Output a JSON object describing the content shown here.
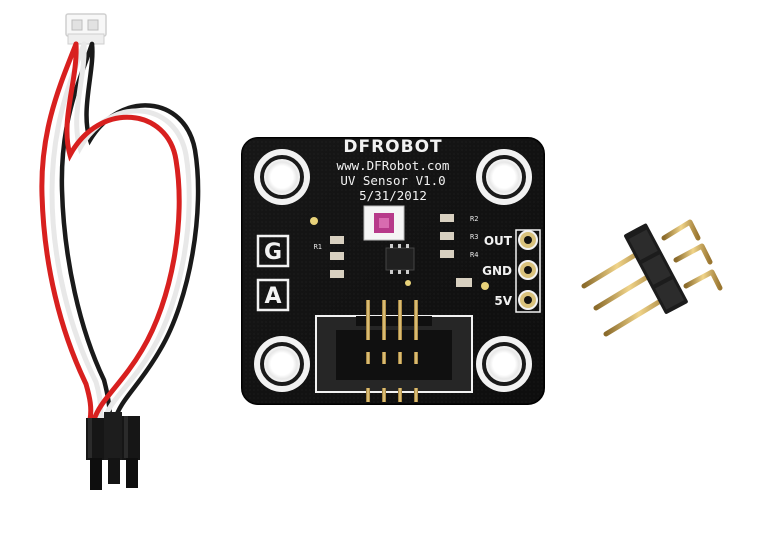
{
  "board": {
    "brand": "DFROBOT",
    "website": "www.DFRobot.com",
    "product": "UV Sensor V1.0",
    "date": "5/31/2012",
    "pins": [
      "OUT",
      "GND",
      "5V"
    ],
    "markings": {
      "g": "G",
      "a": "A"
    },
    "component_labels": [
      "R1",
      "R2",
      "R3",
      "R4"
    ],
    "pcb_color": "#121212",
    "silk_color": "#f2f2f2",
    "sensor_color": "#b73a8a"
  },
  "cable": {
    "wire_colors": [
      "#d8201f",
      "#f4f4f4",
      "#1a1a1a"
    ]
  },
  "header_pins": {
    "count": 3,
    "pin_color": "#c8a04a",
    "housing_color": "#1c1c1c"
  }
}
